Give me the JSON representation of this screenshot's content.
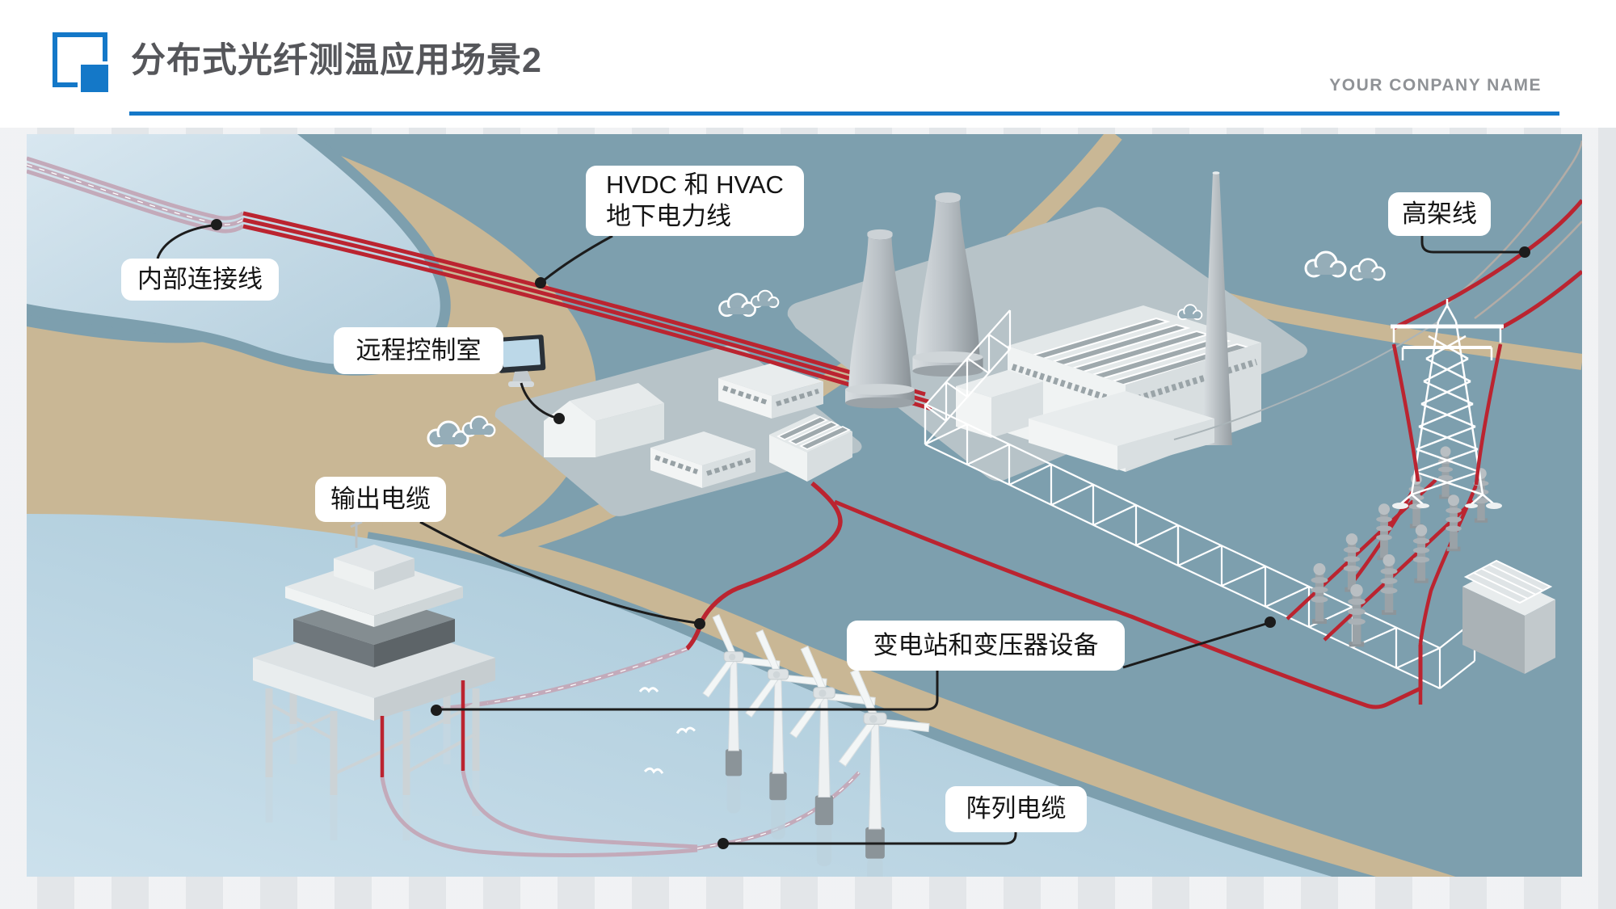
{
  "header": {
    "title": "分布式光纤测温应用场景2",
    "company_name": "YOUR CONPANY NAME"
  },
  "diagram": {
    "labels": {
      "hvdc_line1": "HVDC  和  HVAC",
      "hvdc_line2": "地下电力线",
      "overhead_line": "高架线",
      "interconnector": "内部连接线",
      "remote_control_room": "远程控制室",
      "export_cable": "输出电缆",
      "substation_transformer": "变电站和变压器设备",
      "array_cable": "阵列电缆"
    },
    "colors": {
      "accent_blue": "#1478c8",
      "power_cable_red": "#bb2430",
      "subsea_cable_pink": "#c3aaba",
      "land_tan": "#c9b795",
      "terrain_slate": "#7d9fae",
      "sea_light": "#c9dfec",
      "title_gray": "#55565a"
    }
  }
}
